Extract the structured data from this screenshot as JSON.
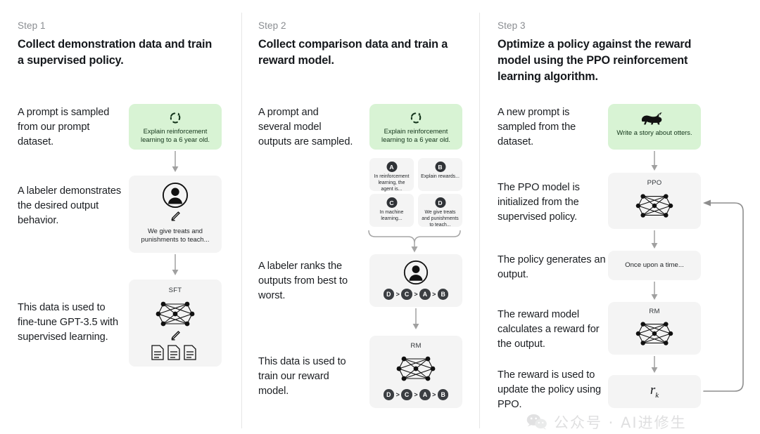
{
  "columns": [
    {
      "step_label": "Step 1",
      "step_title": "Collect demonstration data and train a supervised policy.",
      "descriptions": [
        "A prompt is sampled from our prompt dataset.",
        "A labeler demonstrates the desired output behavior.",
        "This data is used to fine-tune GPT-3.5 with supervised learning."
      ],
      "prompt_box": {
        "icon": "refresh-cycle-icon",
        "caption": "Explain reinforcement learning to a 6 year old."
      },
      "labeler_box": {
        "icon": "person-avatar-icon",
        "sub_icon": "pencil-icon",
        "caption": "We give treats and punishments to teach..."
      },
      "model_box": {
        "title": "SFT",
        "icon": "neural-network-icon",
        "sub_icon": "pencil-icon",
        "docs_icon": "documents-icon"
      }
    },
    {
      "step_label": "Step 2",
      "step_title": "Collect comparison data and train a reward model.",
      "descriptions": [
        "A prompt and several model outputs are sampled.",
        "A labeler ranks the outputs from best to worst.",
        "This data is used to train our reward model."
      ],
      "prompt_box": {
        "icon": "refresh-cycle-icon",
        "caption": "Explain reinforcement learning to a 6 year old."
      },
      "output_cards": [
        {
          "badge": "A",
          "text": "In reinforcement learning, the agent is..."
        },
        {
          "badge": "B",
          "text": "Explain rewards..."
        },
        {
          "badge": "C",
          "text": "In machine learning..."
        },
        {
          "badge": "D",
          "text": "We give treats and punishments to teach..."
        }
      ],
      "ranking_box": {
        "icon": "person-avatar-icon",
        "ranking": [
          "D",
          "C",
          "A",
          "B"
        ],
        "separator": ">"
      },
      "reward_model_box": {
        "title": "RM",
        "icon": "neural-network-icon",
        "ranking": [
          "D",
          "C",
          "A",
          "B"
        ],
        "separator": ">"
      }
    },
    {
      "step_label": "Step 3",
      "step_title": "Optimize a policy against the reward model using the PPO reinforcement learning algorithm.",
      "descriptions": [
        "A new prompt is sampled from the dataset.",
        "The PPO model is initialized from the supervised policy.",
        "The policy generates an output.",
        "The reward model calculates a reward for the output.",
        "The reward is used to update the policy using PPO."
      ],
      "prompt_box": {
        "icon": "otter-icon",
        "caption": "Write a story about otters."
      },
      "ppo_box": {
        "title": "PPO",
        "icon": "neural-network-icon"
      },
      "output_box": {
        "text": "Once upon a time..."
      },
      "rm_box": {
        "title": "RM",
        "icon": "neural-network-icon"
      },
      "reward_box": {
        "symbol": "r",
        "subscript": "k"
      }
    }
  ],
  "watermark": {
    "icon": "wechat-icon",
    "text": "公众号 · AI进修生"
  },
  "colors": {
    "green_box": "#d8f3d4",
    "grey_box": "#f4f4f4",
    "text": "#1b1e22",
    "muted": "#8a8d91",
    "arrow": "#9a9a9a",
    "divider": "#e6e6e6"
  }
}
